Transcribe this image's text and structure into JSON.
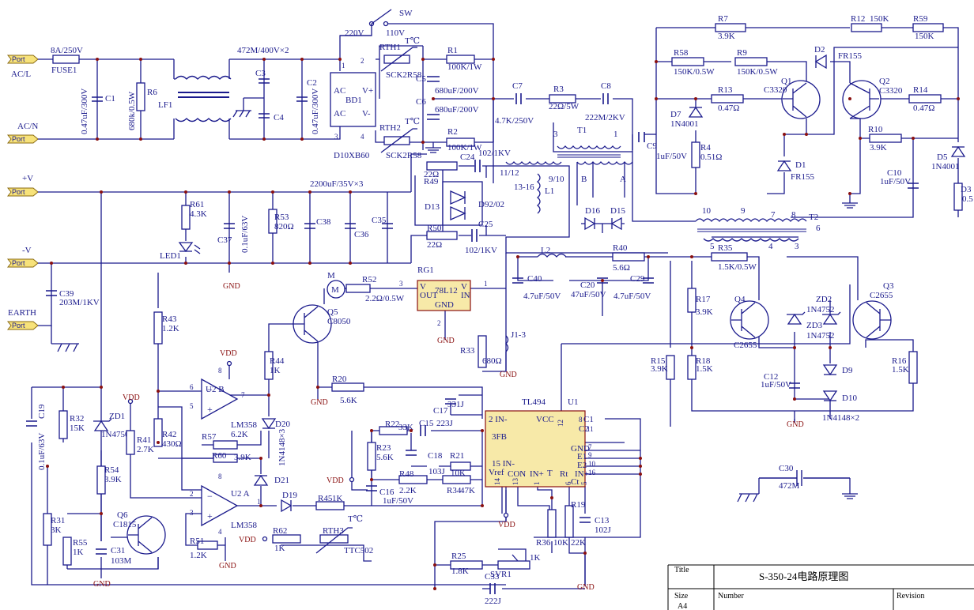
{
  "ports": {
    "ac_l": {
      "tag": "Port",
      "label": "AC/L"
    },
    "ac_n": {
      "tag": "Port",
      "label": "AC/N"
    },
    "pos_v": {
      "tag": "Port",
      "label": "+V"
    },
    "neg_v": {
      "tag": "Port",
      "label": "-V"
    },
    "earth": {
      "tag": "Port",
      "label": "EARTH"
    }
  },
  "switch": {
    "name": "SW",
    "v220": "220V",
    "v110": "110V"
  },
  "fuse": {
    "value": "8A/250V",
    "name": "FUSE1"
  },
  "input_filter": {
    "c1": "C1",
    "c1_value": "0.47uF/300V",
    "r6": "R6",
    "r6_value": "680k/0.5W",
    "lf1": "LF1",
    "cx_value": "472M/400V×2",
    "c3": "C3",
    "c4": "C4",
    "c2": "C2",
    "c2_value": "0.47uF/300V"
  },
  "bridge": {
    "name": "BD1",
    "part": "D10XB60",
    "ac1": "AC",
    "ac2": "AC",
    "vp": "V+",
    "vm": "V-",
    "p1": "1",
    "p2": "2",
    "p3": "3",
    "p4": "4"
  },
  "thermistors": {
    "rth1": "RTH1",
    "rth2": "RTH2",
    "rth3": "RTH3",
    "part": "SCK2R58",
    "t": "T℃",
    "ttc": "TTC502"
  },
  "bulk": {
    "c5": "C5",
    "c6": "C6",
    "c5_value": "680uF/200V",
    "c6_value": "680uF/200V",
    "r1": "R1",
    "r1_value": "100K/1W",
    "r2": "R2",
    "r2_value": "100K/1W"
  },
  "half_bridge_in": {
    "c7": "C7",
    "c7_value": "4.7K/250V",
    "r3": "R3",
    "r3_value": "22Ω/5W",
    "c8": "C8",
    "c8_value": "222M/2KV",
    "t1": "T1",
    "t1p3": "3",
    "t1p1": "1"
  },
  "drive": {
    "r7": "R7",
    "r7_value": "3.9K",
    "r12": "R12",
    "r12_value": "150K",
    "r59": "R59",
    "r59_value": "150K",
    "r58": "R58",
    "r58_value": "150K/0.5W",
    "r9": "R9",
    "r9_value": "150K/0.5W",
    "d2": "D2",
    "d2_value": "FR155",
    "d7": "D7",
    "d7_value": "1N4001",
    "r13": "R13",
    "r13_value": "0.47Ω",
    "q1": "Q1",
    "q1_value": "C3320",
    "q2": "Q2",
    "q2_value": "C3320",
    "r14": "R14",
    "r14_value": "0.47Ω",
    "r10": "R10",
    "r10_value": "3.9K",
    "d5": "D5",
    "d5_value": "1N4001",
    "c9": "C9",
    "c9_value": "1uF/50V",
    "r4": "R4",
    "r4_value": "0.51Ω",
    "d1": "D1",
    "d1_value": "FR155",
    "c10": "C10",
    "c10_value": "1uF/50V",
    "d3": "D3",
    "d3_value": "0.5"
  },
  "t2": {
    "name": "T2",
    "p10": "10",
    "p9": "9",
    "p7": "7",
    "p8": "8",
    "p6": "6",
    "p5": "5",
    "p4": "4",
    "p3": "3"
  },
  "output": {
    "c24": "C24",
    "c24_value": "102/1KV",
    "r49": "R49",
    "r49_value": "22Ω",
    "d13": "D13",
    "d92": "D92/02",
    "r50": "R50",
    "r50_value": "22Ω",
    "c25": "C25",
    "c25_value": "102/1KV",
    "l1": "L1",
    "t1112": "11/12",
    "t1316": "13-16",
    "t910": "9/10",
    "cbulk": "2200uF/35V×3",
    "b": "B",
    "a": "A",
    "d16": "D16",
    "d15": "D15",
    "l2": "L2",
    "r40": "R40",
    "r40_value": "5.6Ω",
    "c40": "C40",
    "c40_value": "4.7uF/50V",
    "c20": "C20",
    "c20_value": "47uF/50V",
    "c29": "C29",
    "c29_value": "4.7uF/50V"
  },
  "led": {
    "r61": "R61",
    "r61_value": "4.3K",
    "led1": "LED1",
    "c37": "C37",
    "c37_value": "0.1uF/63V",
    "r53": "R53",
    "r53_value": "820Ω",
    "c38": "C38",
    "c36": "C36",
    "c35": "C35"
  },
  "earth_cap": {
    "c39": "C39",
    "c39_value": "203M/1KV"
  },
  "reg": {
    "rg1": "RG1",
    "part": "78L12",
    "v_out": "V",
    "out": "OUT",
    "v_in": "V",
    "in": "IN",
    "gnd": "GND",
    "p3": "3",
    "p1": "1",
    "p2": "2"
  },
  "fan": {
    "m": "M",
    "r52": "R52",
    "r52_value": "2.2Ω/0.5W",
    "q5": "Q5",
    "q5_value": "C8050"
  },
  "misc": {
    "r33": "R33",
    "r33_value": "680Ω",
    "j1": "J1-3",
    "r35": "R35",
    "r35_value": "1.5K/0.5W",
    "r17": "R17",
    "r17_value": "3.9K",
    "q4": "Q4",
    "q4_value": "C2655",
    "q3": "Q3",
    "q3_value": "C2655",
    "zd2": "ZD2",
    "zd2_value": "1N4752",
    "zd3": "ZD3",
    "zd3_value": "1N4752",
    "r15": "R15",
    "r15_value": "3.9K",
    "r18": "R18",
    "r18_value": "1.5K",
    "c12": "C12",
    "c12_value": "1uF/50V",
    "d9": "D9",
    "d10": "D10",
    "d_value": "1N4148×2",
    "r16": "R16",
    "r16_value": "1.5K",
    "c30": "C30",
    "c30_value": "472M"
  },
  "control": {
    "vdd": "VDD",
    "gnd": "GND",
    "c19": "C19",
    "c19_value": "0.1uF/63V",
    "r32": "R32",
    "r32_value": "15K",
    "zd1": "ZD1",
    "zd1_value": "1N4750",
    "r41": "R41",
    "r41_value": "2.7K",
    "r43": "R43",
    "r43_value": "1.2K",
    "r42": "R42",
    "r42_value": "430Ω",
    "r44": "R44",
    "r44_value": "1K",
    "u2b": "U2 B",
    "u2a": "U2 A",
    "lm358": "LM358",
    "r57": "R57",
    "r57_value": "6.2K",
    "d20": "D20",
    "d20_value": "1N4148×3",
    "r60": "R60",
    "r60_value": "3.9K",
    "d21": "D21",
    "d19": "D19",
    "r45": "R45",
    "r45_value": "1K",
    "r54": "R54",
    "r54_value": "3.9K",
    "q6": "Q6",
    "q6_value": "C1815",
    "r31": "R31",
    "r31_value": "3K",
    "r55": "R55",
    "r55_value": "1K",
    "c31": "C31",
    "c31_value": "103M",
    "r51": "R51",
    "r51_value": "1.2K",
    "r62": "R62",
    "r62_value": "1K",
    "r20": "R20",
    "r20_value": "5.6K",
    "r22": "R22",
    "r22_value": "33K",
    "c15": "C15",
    "c15_value": "223J",
    "c17": "C17",
    "c17_value": "331J",
    "r23": "R23",
    "r23_value": "5.6K",
    "c18": "C18",
    "c18_value": "103J",
    "r21": "R21",
    "r21_value": "10K",
    "r48": "R48",
    "r48_value": "2.2K",
    "r34": "R34",
    "r34_value": "47K",
    "c16": "C16",
    "c16_value": "1uF/50V",
    "r25": "R25",
    "r25_value": "1.8K",
    "svr1": "SVR1",
    "svr1_value": "1K",
    "c33": "C33",
    "c33_value": "222J",
    "r36": "R36",
    "r36_value": "10K",
    "r19": "R19",
    "r19_value": "22K",
    "c13": "C13",
    "c13_value": "102J",
    "pins": {
      "u2b_6": "6",
      "u2b_5": "5",
      "u2b_7": "7",
      "u2b_8": "8",
      "u2a_2": "2",
      "u2a_3": "3",
      "u2a_1": "1",
      "u2a_8": "8",
      "u2a_4": "4"
    }
  },
  "tl494": {
    "name": "TL494",
    "u1": "U1",
    "in_minus": "2 IN-",
    "vcc": "VCC",
    "vcc_pin": "12",
    "c1": "C1",
    "c1_pin": "8",
    "c2": "C2",
    "c2_pin": "11",
    "fb": "3FB",
    "in15": "15 IN-",
    "gnd": "GND",
    "gnd_pin": "7",
    "e1": "E1",
    "e1_pin": "9",
    "e2": "E2",
    "e2_pin": "10",
    "in16": "IN+",
    "in16_pin": "16",
    "vref": "Vref",
    "vref_pin": "14",
    "con": "CON",
    "con_pin": "13",
    "inp": "IN+",
    "inp_pin": "1",
    "t": "T",
    "rt": "Rt",
    "rt_pin": "6",
    "ct": "Ct",
    "ct_pin": "5"
  },
  "title_block": {
    "title_hdr": "Title",
    "title": "S-350-24电路原理图",
    "size_hdr": "Size",
    "size": "A4",
    "number_hdr": "Number",
    "revision_hdr": "Revision"
  }
}
